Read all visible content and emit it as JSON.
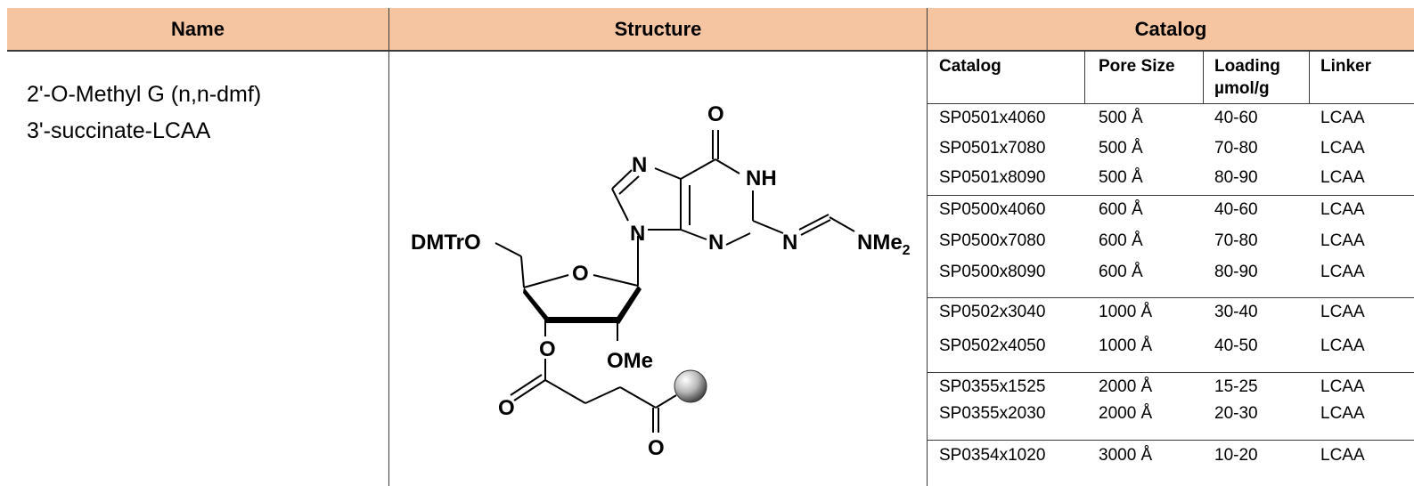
{
  "header": {
    "name": "Name",
    "structure": "Structure",
    "catalog": "Catalog"
  },
  "product": {
    "name_line1": "2'-O-Methyl G (n,n-dmf)",
    "name_line2": "3'-succinate-LCAA"
  },
  "structure_labels": {
    "o_top": "O",
    "n7": "N",
    "nh": "NH",
    "n9": "N",
    "n3": "N",
    "n_imine": "N",
    "nme": "NMe",
    "nme_sub": "2",
    "dmtro": "DMTrO",
    "o_ring": "O",
    "o_ester": "O",
    "ome": "OMe",
    "o_carbonyl1": "O",
    "o_carbonyl2": "O"
  },
  "catalog_table": {
    "columns": [
      "Catalog",
      "Pore Size",
      "Loading",
      "Linker"
    ],
    "loading_unit": "µmol/g",
    "rows": [
      [
        "SP0501x4060",
        "500 Å",
        "40-60",
        "LCAA"
      ],
      [
        "SP0501x7080",
        "500 Å",
        "70-80",
        "LCAA"
      ],
      [
        "SP0501x8090",
        "500 Å",
        "80-90",
        "LCAA"
      ],
      [
        "SP0500x4060",
        "600 Å",
        "40-60",
        "LCAA"
      ],
      [
        "SP0500x7080",
        "600 Å",
        "70-80",
        "LCAA"
      ],
      [
        "SP0500x8090",
        "600 Å",
        "80-90",
        "LCAA"
      ],
      [
        "SP0502x3040",
        "1000 Å",
        "30-40",
        "LCAA"
      ],
      [
        "SP0502x4050",
        "1000 Å",
        "40-50",
        "LCAA"
      ],
      [
        "SP0355x1525",
        "2000 Å",
        "15-25",
        "LCAA"
      ],
      [
        "SP0355x2030",
        "2000 Å",
        "20-30",
        "LCAA"
      ],
      [
        "SP0354x1020",
        "3000 Å",
        "10-20",
        "LCAA"
      ]
    ]
  },
  "colors": {
    "header_bg": "#f5c5a2",
    "line": "#3a3a3a"
  }
}
